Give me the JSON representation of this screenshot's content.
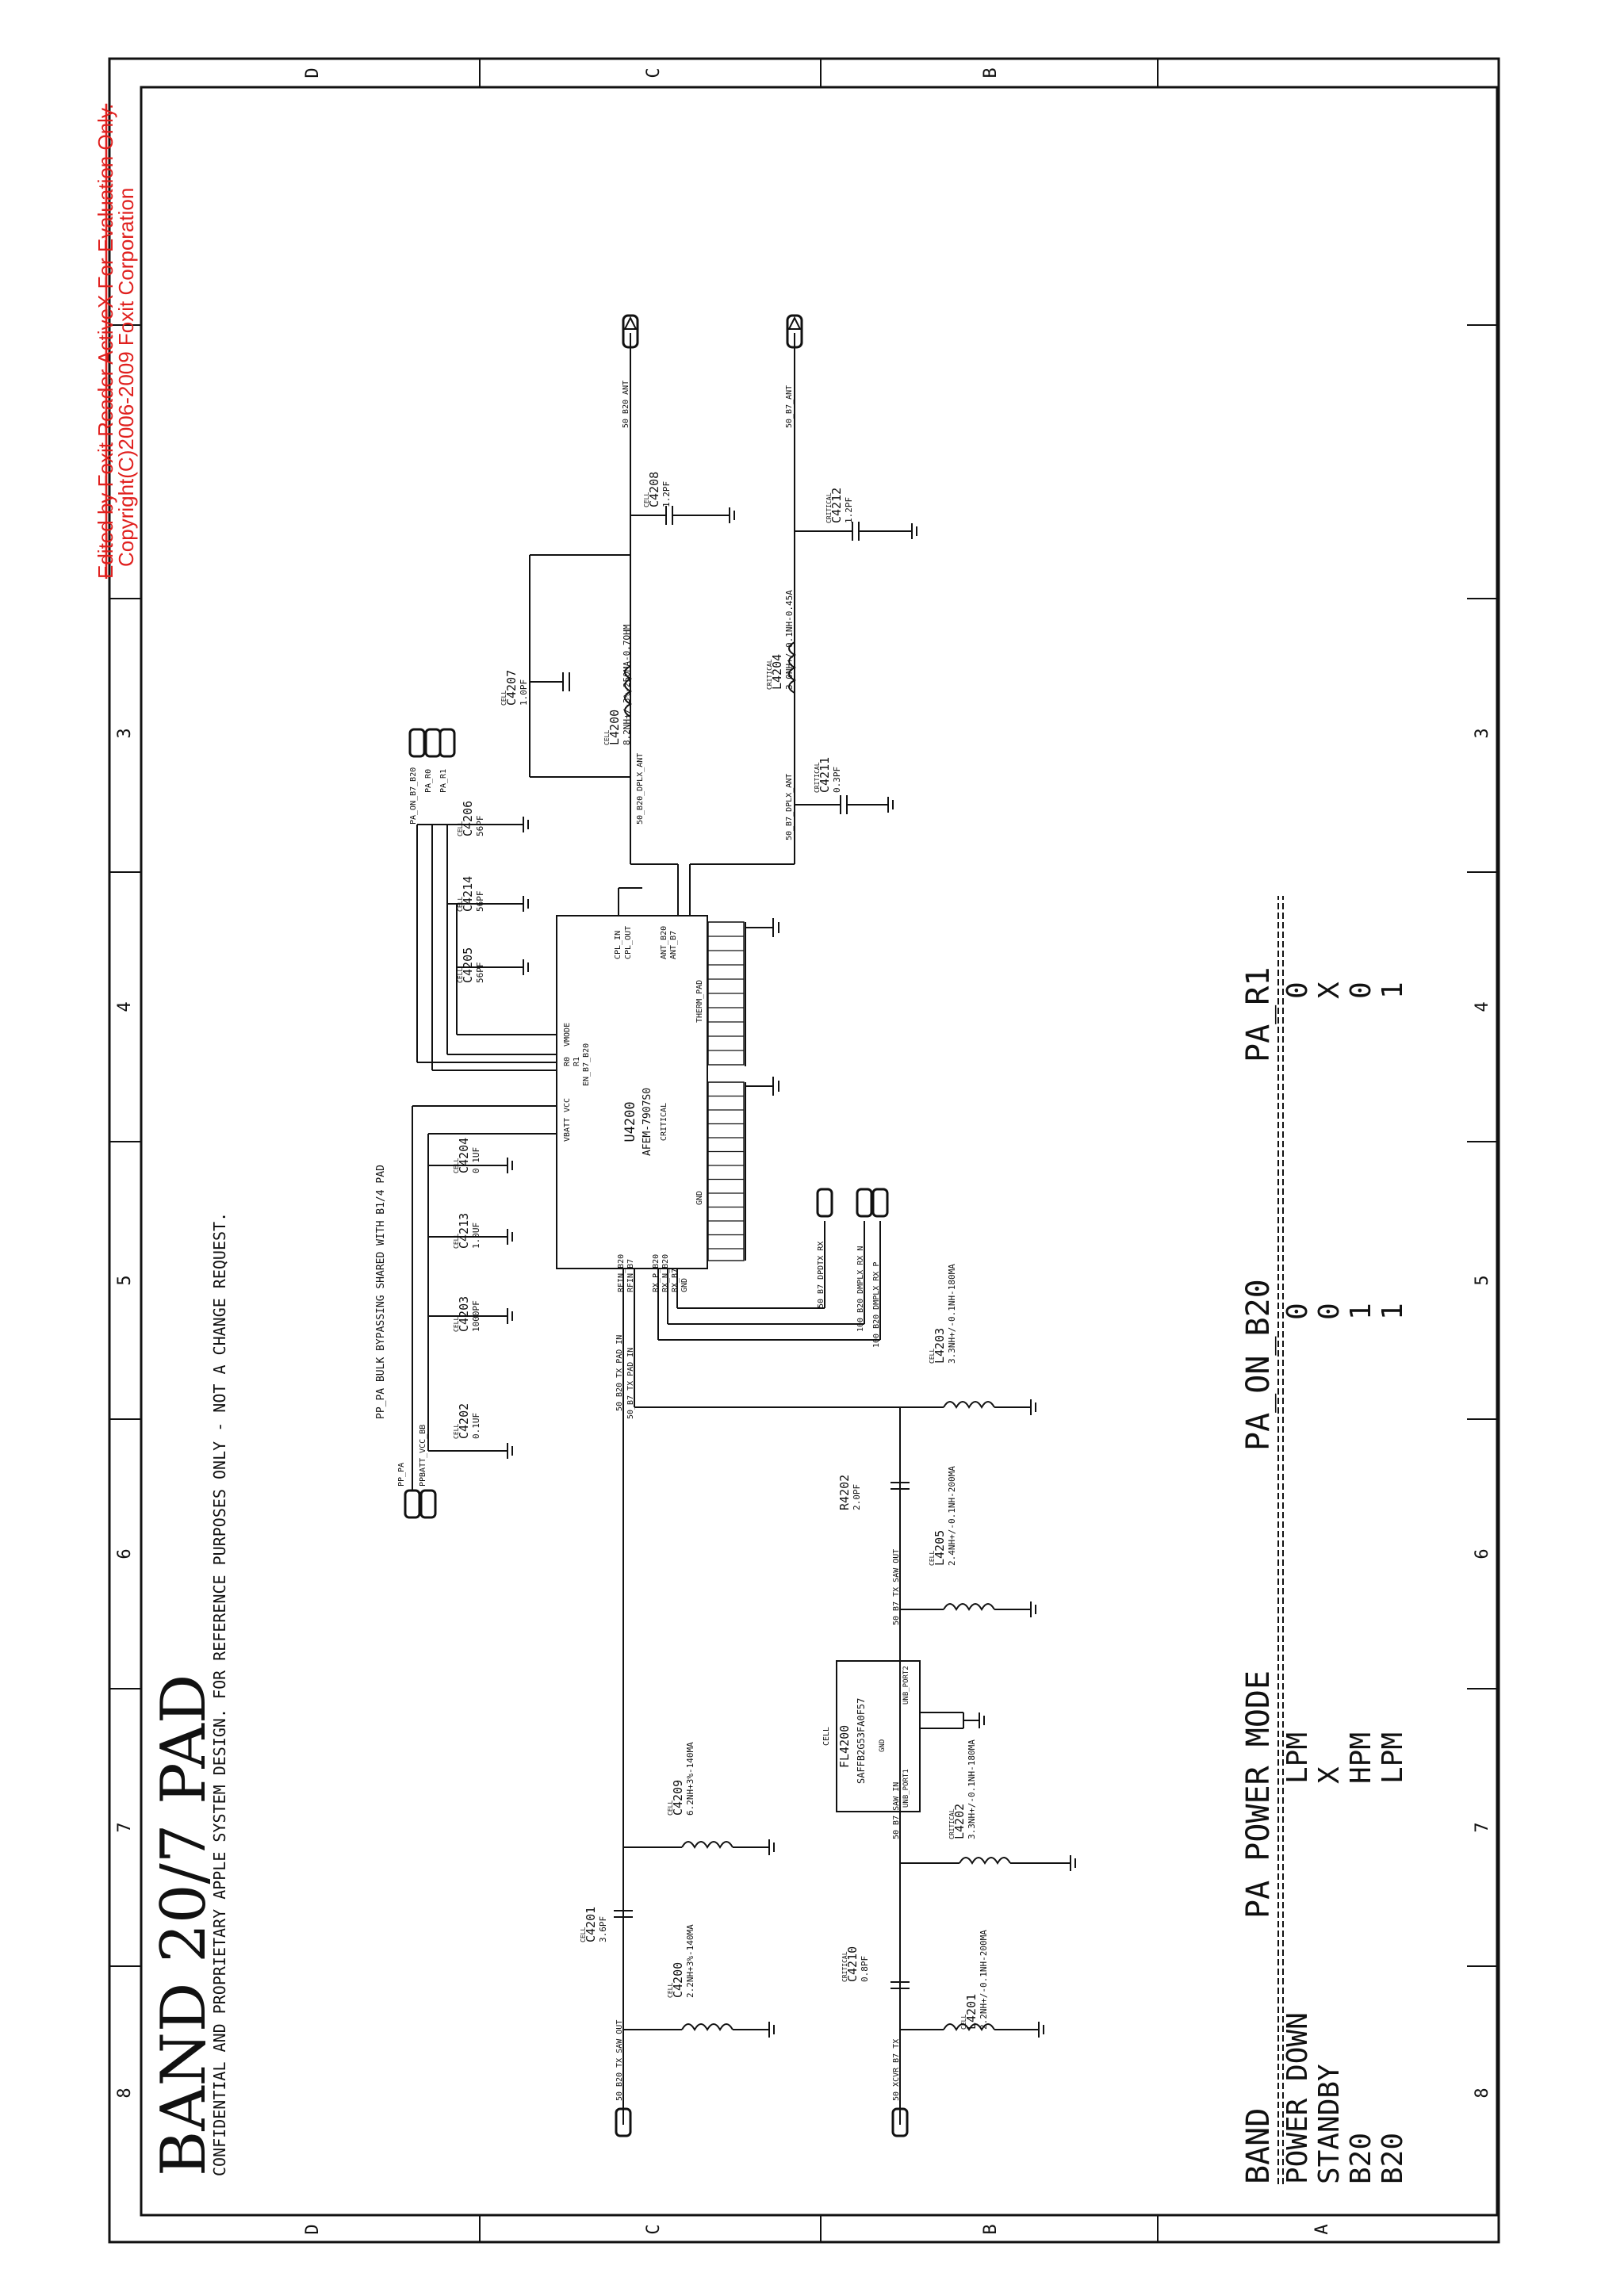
{
  "title": "BAND 20/7 PAD",
  "confidential": "CONFIDENTIAL AND PROPRIETARY APPLE SYSTEM DESIGN. FOR REFERENCE PURPOSES ONLY - NOT A CHANGE REQUEST.",
  "watermark": [
    "Edited by Foxit Reader ActiveX For Evaluation Only.",
    "Copyright(C)2006-2009 Foxit Corporation"
  ],
  "zones": {
    "columns": [
      "8",
      "7",
      "6",
      "5",
      "4",
      "3"
    ],
    "rows": [
      "D",
      "C",
      "B",
      "A"
    ]
  },
  "bypass_note": "PP_PA BULK BYPASSING SHARED WITH B1/4 PAD",
  "nets": {
    "pp_pa": "PP_PA",
    "ppbatt": "PPBATT_VCC_BB",
    "pa_on_b7_b20": "PA_ON_B7_B20",
    "pa_r0": "PA_R0",
    "pa_r1": "PA_R1",
    "b20_ant": "50_B20_ANT",
    "b7_ant": "50_B7_ANT",
    "b20_dplx": "50_B20_DPLX_ANT",
    "b7_dplx": "50_B7_DPLX_ANT",
    "b20_tx_pad_in": "50_B20_TX_PAD_IN",
    "b7_tx_pad_in": "50_B7_TX_PAD_IN",
    "b7_dpdtx": "50_B7_DPDTX_RX",
    "b20_dmplx_n": "100_B20_DMPLX_RX_N",
    "b20_dmplx_p": "100_B20_DMPLX_RX_P",
    "b20_tx_saw_out": "50_B20_TX_SAW_OUT",
    "xcvr_b7_tx": "50_XCVR_B7_TX",
    "b7_saw_in": "50_B7_SAW_IN",
    "b7_saw_out": "50_B7_TX_SAW_OUT"
  },
  "u4200": {
    "ref": "U4200",
    "part": "AFEM-7907S0",
    "tag": "CRITICAL",
    "pins_left": [
      "VCC",
      "VBATT",
      "VMODE",
      "R0",
      "R1",
      "EN_B7_B20"
    ],
    "pins_right": [
      "CPL_IN",
      "CPL_OUT",
      "ANT_B20",
      "ANT_B7"
    ],
    "pins_bottom": [
      "RFIN_B20",
      "RFIN_B7",
      "RX_P_B20",
      "RX_N_B20",
      "RX_B7",
      "GND"
    ],
    "gnd_label": "GND",
    "therm_label": "THERM_PAD"
  },
  "fl4200": {
    "ref": "FL4200",
    "part": "SAFFB2G53FA0F57",
    "tag": "CELL",
    "port1": "UNB_PORT1",
    "port2": "UNB_PORT2",
    "gnd": "GND"
  },
  "components": [
    {
      "ref": "C4202",
      "value": "0.1UF",
      "note": "CELL"
    },
    {
      "ref": "C4203",
      "value": "1000PF",
      "note": "CELL"
    },
    {
      "ref": "C4213",
      "value": "1.0UF",
      "note": "CELL"
    },
    {
      "ref": "C4204",
      "value": "0.1UF",
      "note": "CELL"
    },
    {
      "ref": "C4205",
      "value": "56PF",
      "note": "CELL"
    },
    {
      "ref": "C4214",
      "value": "56PF",
      "note": "CELL"
    },
    {
      "ref": "C4206",
      "value": "56PF",
      "note": "CELL"
    },
    {
      "ref": "C4207",
      "value": "1.0PF",
      "note": "CELL"
    },
    {
      "ref": "C4208",
      "value": "1.2PF",
      "note": "CELL"
    },
    {
      "ref": "C4211",
      "value": "0.3PF",
      "note": "CRITICAL"
    },
    {
      "ref": "C4212",
      "value": "1.2PF",
      "note": "CRITICAL"
    },
    {
      "ref": "L4203",
      "value": "3.3NH+/-0.1NH-180MA",
      "note": "CELL"
    },
    {
      "ref": "R4202",
      "value": "2.0PF",
      "note": ""
    },
    {
      "ref": "L4205",
      "value": "2.4NH+/-0.1NH-200MA",
      "note": "CELL"
    },
    {
      "ref": "C4209",
      "value": "6.2NH+3%-140MA",
      "note": "CELL"
    },
    {
      "ref": "C4201",
      "value": "3.6PF",
      "note": "CELL"
    },
    {
      "ref": "C4200",
      "value": "2.2NH+3%-140MA",
      "note": "CELL"
    },
    {
      "ref": "C4210",
      "value": "0.8PF",
      "note": "CRITICAL"
    },
    {
      "ref": "L4201",
      "value": "2.2NH+/-0.1NH-200MA",
      "note": "CELL"
    },
    {
      "ref": "L4202",
      "value": "3.3NH+/-0.1NH-180MA",
      "note": "CRITICAL"
    },
    {
      "ref": "L4200",
      "value": "8.2NH+/-3%-250MA-0.7OHM",
      "note": "CELL"
    },
    {
      "ref": "L4204",
      "value": "3.0NH+/-0.1NH-0.45A",
      "note": "CRITICAL"
    }
  ],
  "truth_table": {
    "headers": [
      "BAND",
      "PA POWER MODE",
      "PA_ON_B20",
      "PA_R1"
    ],
    "rows": [
      [
        "POWER DOWN",
        "LPM",
        "0",
        "0"
      ],
      [
        "STANDBY",
        "X",
        "0",
        "X"
      ],
      [
        "B20",
        "HPM",
        "1",
        "0"
      ],
      [
        "B20",
        "LPM",
        "1",
        "1"
      ]
    ]
  }
}
